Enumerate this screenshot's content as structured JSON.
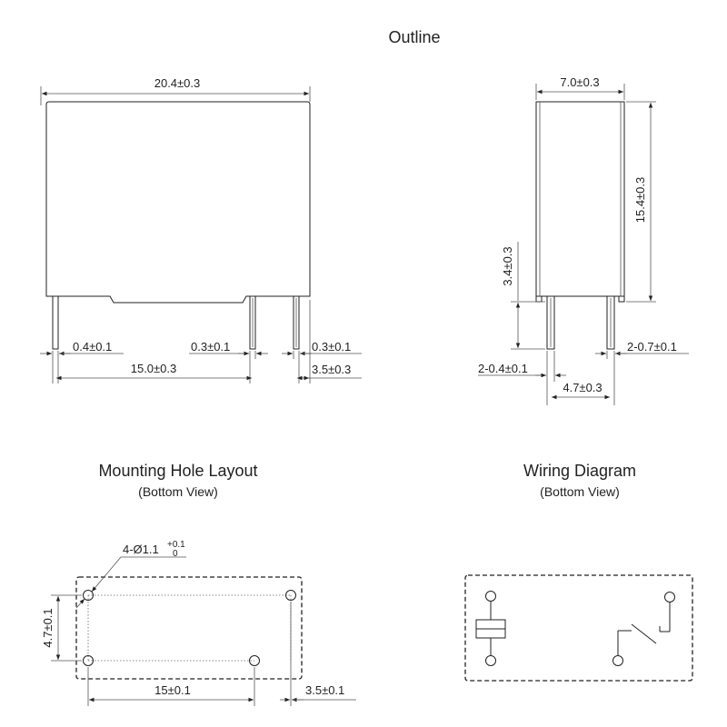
{
  "titles": {
    "outline": "Outline",
    "mounting": "Mounting Hole Layout",
    "mounting_sub": "(Bottom View)",
    "wiring": "Wiring Diagram",
    "wiring_sub": "(Bottom View)"
  },
  "front_view": {
    "width": "20.4±0.3",
    "pin1_width": "0.4±0.1",
    "pin2_width": "0.3±0.1",
    "pin3_width": "0.3±0.1",
    "pin_span": "15.0±0.3",
    "pin_end": "3.5±0.3"
  },
  "side_view": {
    "depth": "7.0±0.3",
    "height": "15.4±0.3",
    "pin_length": "3.4±0.3",
    "pin_a": "2-0.4±0.1",
    "pin_b": "2-0.7±0.1",
    "pin_pitch": "4.7±0.3"
  },
  "mounting_layout": {
    "hole_prefix": "4-Ø1.1",
    "hole_tol_upper": "+0.1",
    "hole_tol_lower": "0",
    "row_spacing": "4.7±0.1",
    "column_spacing": "15±0.1",
    "edge_spacing": "3.5±0.1"
  }
}
